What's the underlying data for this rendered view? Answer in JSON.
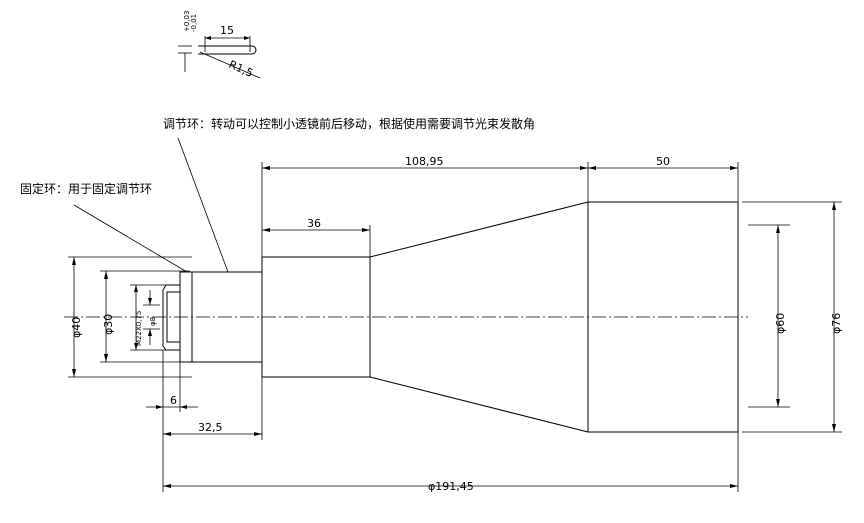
{
  "annotations": {
    "adjust_ring": "调节环：转动可以控制小透镜前后移动，根据使用需要调节光束发散角",
    "fixed_ring": "固定环：用于固定调节环"
  },
  "dimensions": {
    "d_15": "15",
    "d_r15": "R1,5",
    "d_tol_upper": "+0,03",
    "d_tol_lower": "-0,01",
    "d_108_95": "108,95",
    "d_50": "50",
    "d_36": "36",
    "d_phi40": "φ40",
    "d_phi30": "φ30",
    "d_m22": "M22X0,75",
    "d_phi8": "φ8",
    "d_phi60": "φ60",
    "d_phi76": "φ76",
    "d_6": "6",
    "d_32_5": "32,5",
    "d_191_45": "φ191,45"
  }
}
